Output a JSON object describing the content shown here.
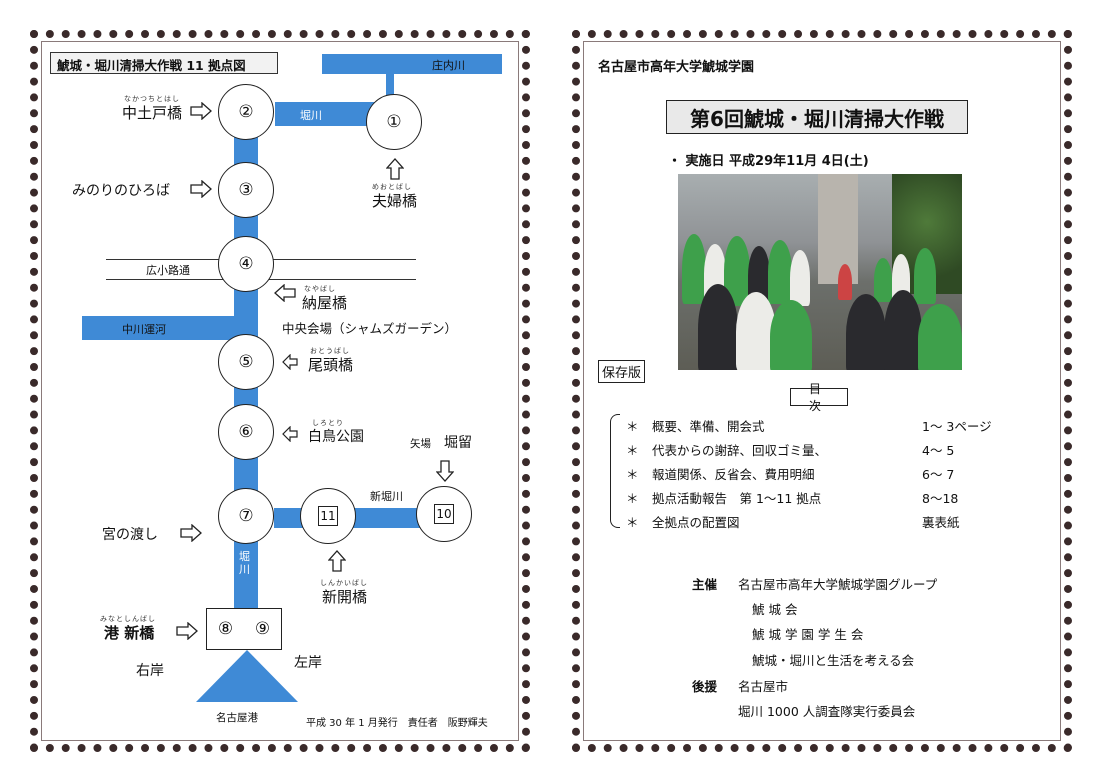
{
  "left_page": {
    "map_title": "鯱城・堀川清掃大作戦 11 拠点図",
    "rivers": {
      "shonai": "庄内川",
      "horikawa_top": "堀川",
      "nakagawa": "中川運河",
      "shinhorikawa": "新堀川",
      "horikawa_lower": "堀川"
    },
    "roads": {
      "hirokoji": "広小路通"
    },
    "nodes": [
      "①",
      "②",
      "③",
      "④",
      "⑤",
      "⑥",
      "⑦",
      "⑧",
      "⑨",
      "⑩",
      "⑪"
    ],
    "node_boxed": {
      "ten": "10",
      "eleven": "11"
    },
    "places": {
      "nakadoto": "中土戸橋",
      "nakadoto_ruby": "なかつちとはし",
      "minori": "みのりのひろば",
      "meoto": "夫婦橋",
      "meoto_ruby": "めおとばし",
      "nayabashi": "納屋橋",
      "nayabashi_ruby": "なやばし",
      "central_venue": "中央会場（シャムズガーデン）",
      "otobashi": "尾頭橋",
      "otobashi_ruby": "おとうばし",
      "shirotori": "白鳥公園",
      "shirotori_ruby": "しろとり",
      "yaba": "矢場",
      "horidome": "堀留",
      "miyanowatashi": "宮の渡し",
      "shinkai": "新開橋",
      "shinkai_ruby": "しんかいばし",
      "minatoshin": "港 新橋",
      "minatoshin_ruby": "みなとしんばし",
      "right_bank": "右岸",
      "left_bank": "左岸",
      "nagoya_port": "名古屋港"
    },
    "footer": "平成 30 年 1 月発行　責任者　阪野輝夫"
  },
  "right_page": {
    "org": "名古屋市高年大学鯱城学園",
    "title": "第6回鯱城・堀川清掃大作戦",
    "date_line": "・ 実施日  平成29年11月 4日(土)",
    "hozon": "保存版",
    "mokuji": "目次",
    "toc": [
      {
        "star": "＊",
        "item": "概要、準備、開会式",
        "pages": "1～ 3ページ"
      },
      {
        "star": "＊",
        "item": "代表からの謝辞、回収ゴミ量、",
        "pages": "4～ 5"
      },
      {
        "star": "＊",
        "item": "報道関係、反省会、費用明細",
        "pages": "6～ 7"
      },
      {
        "star": "＊",
        "item": "拠点活動報告　第 1～11 拠点",
        "pages": "8～18"
      },
      {
        "star": "＊",
        "item": "全拠点の配置図",
        "pages": "裏表紙"
      }
    ],
    "organizer_label": "主催",
    "organizers": [
      "名古屋市高年大学鯱城学園グループ",
      "鯱 城 会",
      "鯱 城 学 園 学 生 会",
      "鯱城・堀川と生活を考える会"
    ],
    "support_label": "後援",
    "supporters": [
      "名古屋市",
      "堀川 1000 人調査隊実行委員会"
    ]
  }
}
